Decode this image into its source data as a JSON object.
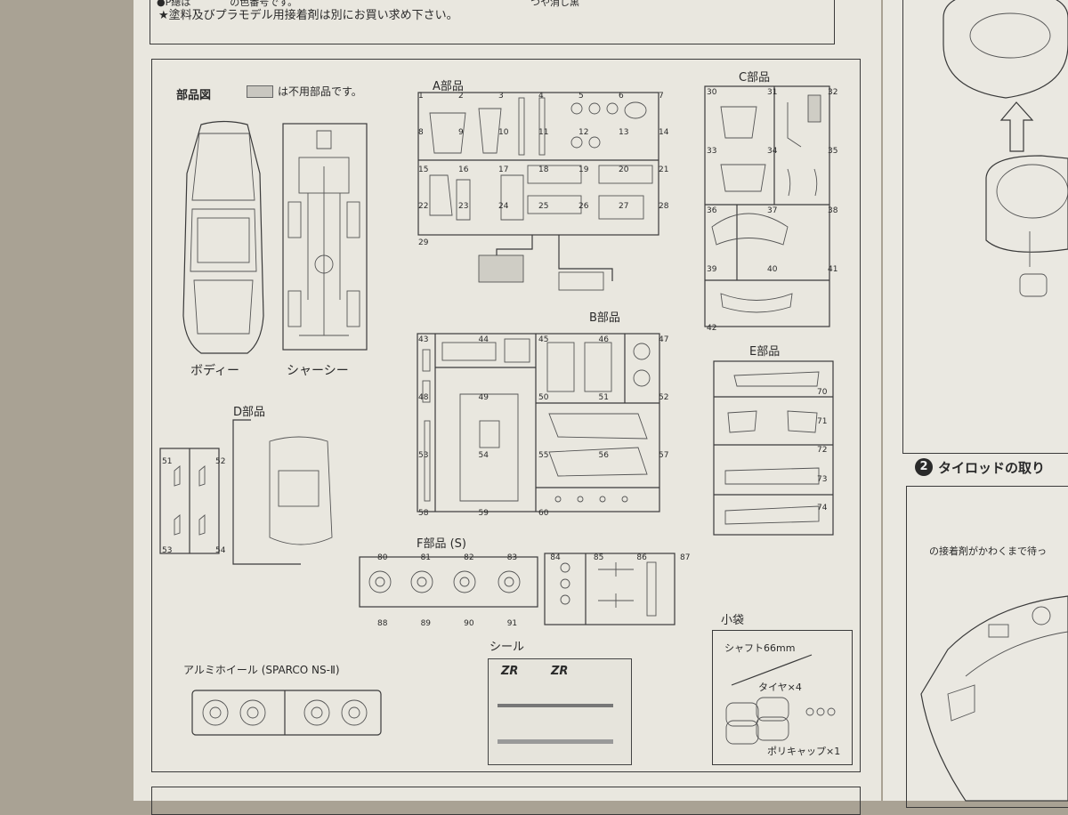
{
  "top": {
    "partial_line": "●P總は　　　　の色番号です。",
    "paint_note": "★塗料及びプラモデル用接着剤は別にお買い求め下さい。",
    "gloss_note": "つや消し黒"
  },
  "parts_diagram": {
    "title": "部品図",
    "legend_text": "は不用部品です。",
    "body_label": "ボディー",
    "chassis_label": "シャーシー",
    "a_parts": "A部品",
    "b_parts": "B部品",
    "c_parts": "C部品",
    "d_parts": "D部品",
    "e_parts": "E部品",
    "f_parts": "F部品 (S)",
    "seal": "シール",
    "small_bag": "小袋",
    "shaft": "シャフト66mm",
    "tire": "タイヤ×4",
    "polycap": "ポリキャップ×1",
    "alu_wheel": "アルミホイール (SPARCO NS-Ⅱ)",
    "decal_zr1": "ZR",
    "decal_zr2": "ZR"
  },
  "step": {
    "number": "2",
    "title": "タイロッドの取り",
    "note": "の接着剤がかわくまで待っ"
  },
  "part_numbers": {
    "a": [
      "1",
      "2",
      "3",
      "4",
      "5",
      "6",
      "7",
      "8",
      "9",
      "10",
      "11",
      "12",
      "13",
      "14",
      "15",
      "16",
      "17",
      "18",
      "19",
      "20",
      "21",
      "22",
      "23",
      "24",
      "25",
      "26",
      "27",
      "28",
      "29"
    ],
    "b": [
      "43",
      "44",
      "45",
      "46",
      "47",
      "48",
      "49",
      "50",
      "51",
      "52",
      "53",
      "54",
      "55",
      "56",
      "57",
      "58",
      "59",
      "60"
    ],
    "c": [
      "30",
      "31",
      "32",
      "33",
      "34",
      "35",
      "36",
      "37",
      "38",
      "39",
      "40",
      "41",
      "42"
    ],
    "d": [
      "51",
      "52",
      "53",
      "54"
    ],
    "e": [
      "70",
      "71",
      "72",
      "73",
      "74"
    ],
    "f": [
      "80",
      "81",
      "82",
      "83",
      "84",
      "85",
      "86",
      "87",
      "88",
      "89",
      "90",
      "91"
    ]
  }
}
